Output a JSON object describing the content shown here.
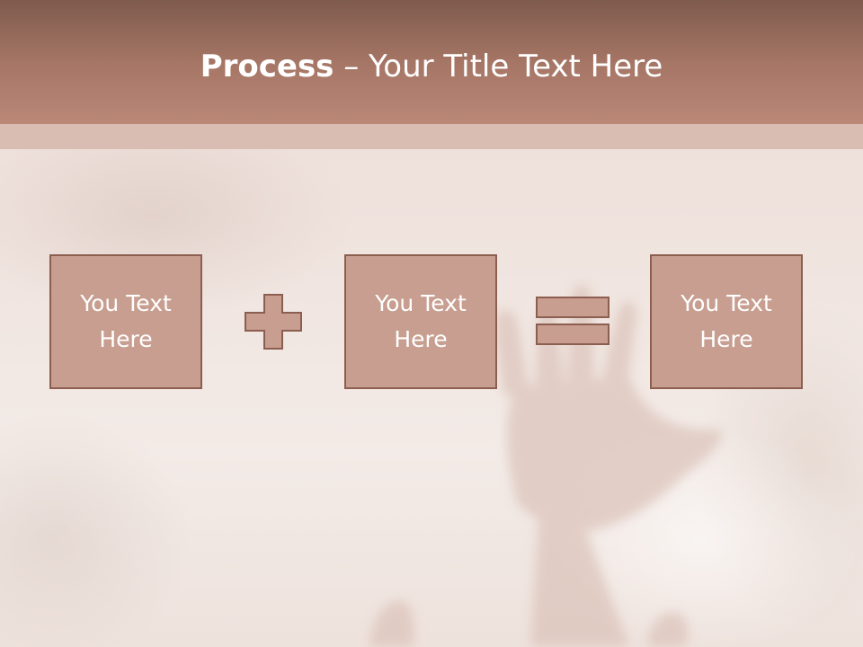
{
  "slide": {
    "title_bold": "Process",
    "title_rest": " – Your Title Text Here",
    "boxes": [
      {
        "text": "You Text\nHere"
      },
      {
        "text": "You Text\nHere"
      },
      {
        "text": "You Text\nHere"
      }
    ],
    "operators": [
      {
        "icon": "plus-icon"
      },
      {
        "icon": "equals-icon"
      }
    ]
  },
  "colors": {
    "header": "#a57565",
    "header_band": "#d9bcb2",
    "box_fill": "#c79e90",
    "box_border": "#8c5e50",
    "text": "#ffffff"
  }
}
